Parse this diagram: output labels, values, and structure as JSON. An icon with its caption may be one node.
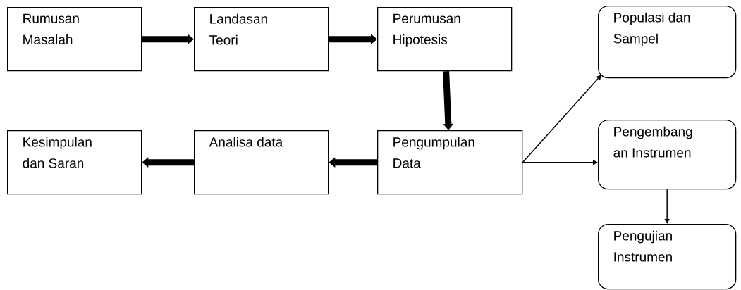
{
  "diagram": {
    "nodes": [
      {
        "text": [
          "Rumusan Masalah"
        ]
      },
      {
        "text": [
          "Landasan Teori"
        ]
      },
      {
        "text": [
          "Perumusan Hipotesis"
        ]
      },
      {
        "text": [
          "Populasi dan Sampel"
        ]
      },
      {
        "text": [
          "Kesimpulan dan Saran"
        ]
      },
      {
        "text": [
          "Analisa data"
        ]
      },
      {
        "text": [
          "Pengumpulan Data"
        ]
      },
      {
        "text": [
          "Pengembang an Instrumen"
        ]
      },
      {
        "text": [
          "Pengujian Instrumen"
        ]
      }
    ],
    "edges": [
      {
        "from": 0,
        "to": 1,
        "arrow": "to"
      },
      {
        "from": 1,
        "to": 2,
        "arrow": "to"
      },
      {
        "from": 2,
        "to": 6,
        "arrow": "to"
      },
      {
        "from": 6,
        "to": 5,
        "arrow": "to"
      },
      {
        "from": 5,
        "to": 4,
        "arrow": "to"
      },
      {
        "from": 6,
        "to": 3,
        "arrow": "to"
      },
      {
        "from": 6,
        "to": 7,
        "arrow": "to"
      },
      {
        "from": 7,
        "to": 8,
        "arrow": "to"
      }
    ]
  }
}
